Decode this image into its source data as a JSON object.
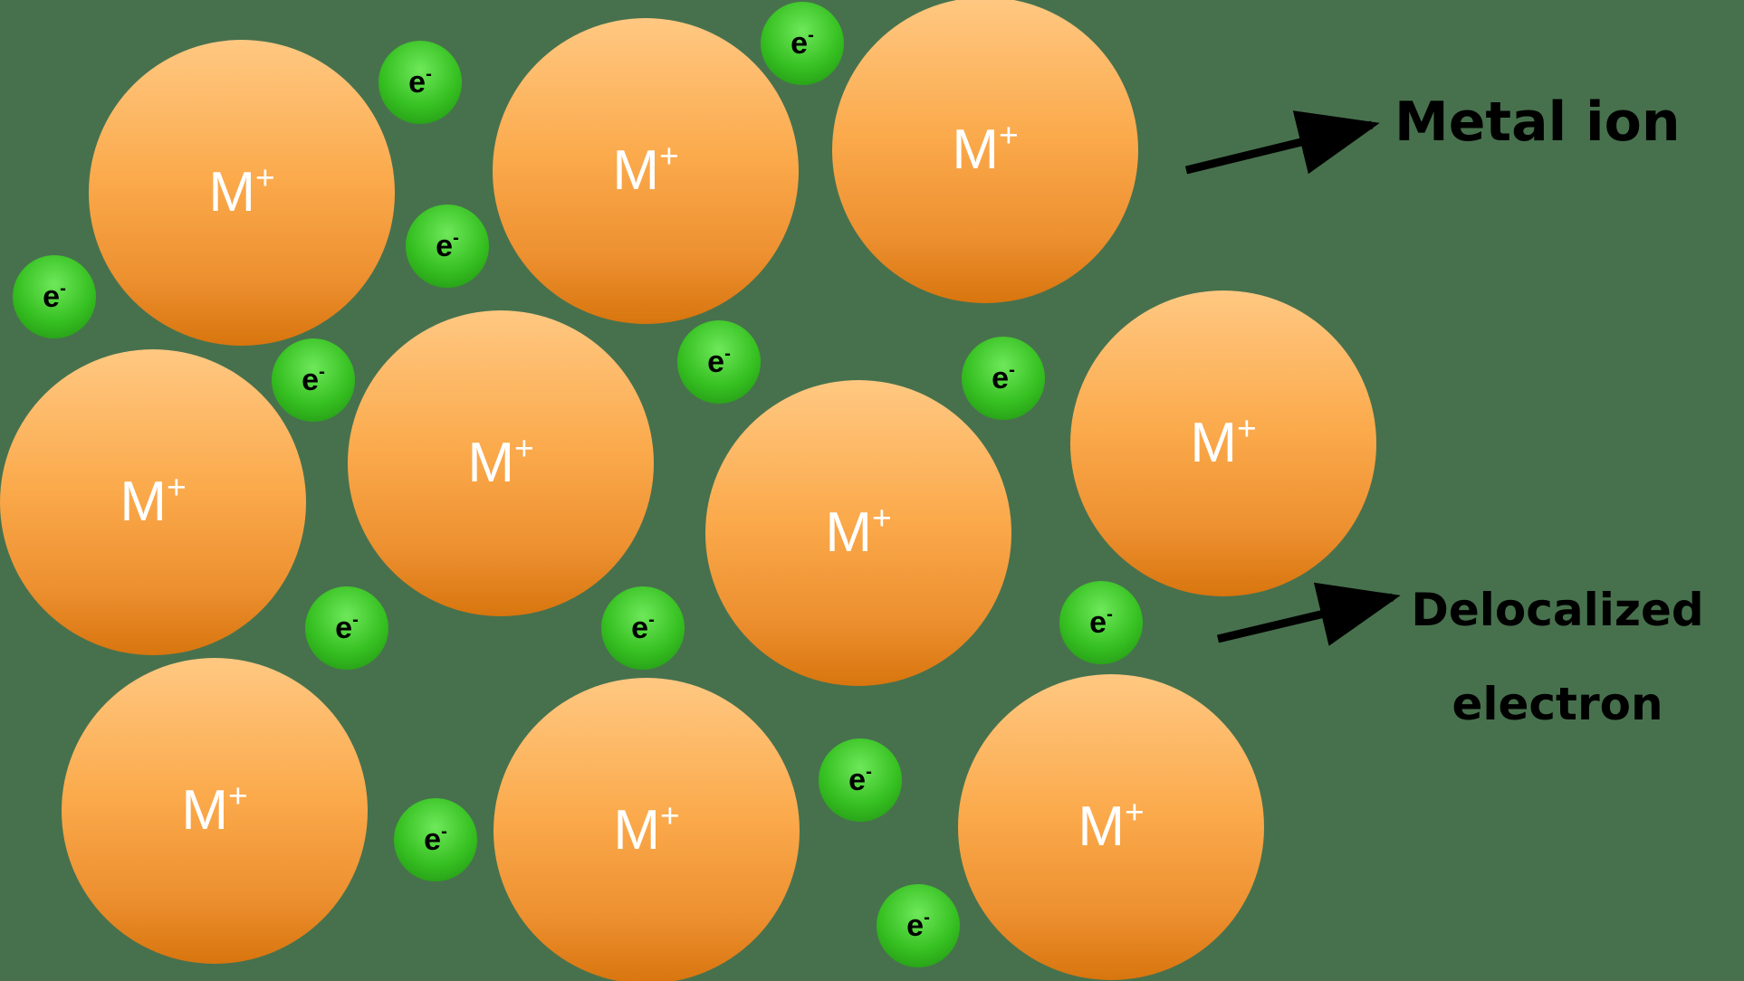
{
  "ion": {
    "symbol": "M",
    "charge": "+"
  },
  "electron": {
    "symbol": "e",
    "charge": "-"
  },
  "labels": {
    "metal_ion": "Metal ion",
    "delocalized_line1": "Delocalized",
    "delocalized_line2": "electron"
  },
  "colors": {
    "background": "#47714d",
    "ion_light": "#ffc882",
    "ion_dark": "#d8750e",
    "electron_light": "#6ee85a",
    "electron_dark": "#1f8e12",
    "arrow": "#000000"
  }
}
